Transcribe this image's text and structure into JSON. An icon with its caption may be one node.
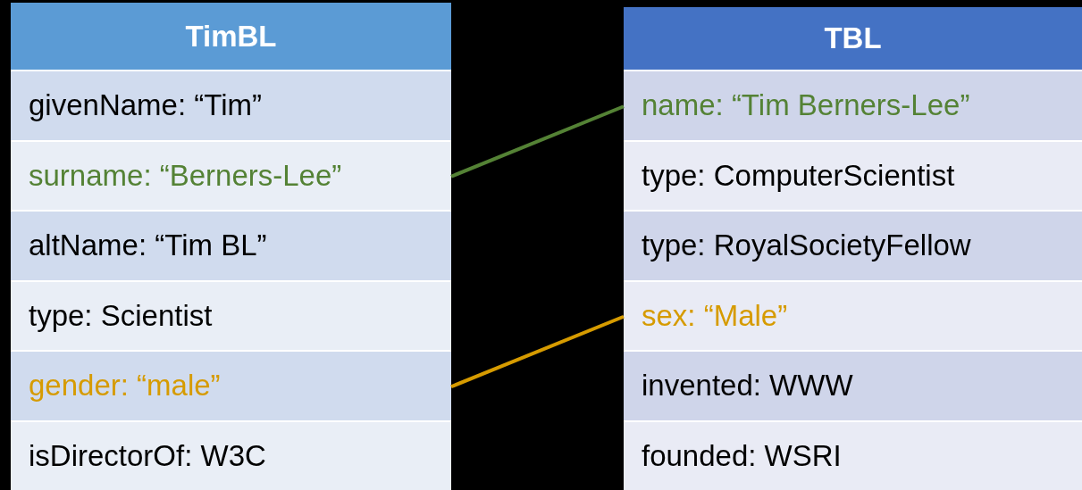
{
  "diagram": {
    "nodes": [
      {
        "text": [
          "TimBL"
        ]
      },
      {
        "text": [
          "givenName: “Tim”"
        ],
        "in": 0
      },
      {
        "text": [
          "surname: “Berners-Lee”"
        ],
        "in": 0
      },
      {
        "text": [
          "altName: “Tim BL”"
        ],
        "in": 0
      },
      {
        "text": [
          "type: Scientist"
        ],
        "in": 0
      },
      {
        "text": [
          "gender: “male”"
        ],
        "in": 0
      },
      {
        "text": [
          "isDirectorOf: W3C"
        ],
        "in": 0
      },
      {
        "text": [
          "TBL"
        ]
      },
      {
        "text": [
          "name: “Tim Berners-Lee”"
        ],
        "in": 7
      },
      {
        "text": [
          "type: ComputerScientist"
        ],
        "in": 7
      },
      {
        "text": [
          "type: RoyalSocietyFellow"
        ],
        "in": 7
      },
      {
        "text": [
          "sex: “Male”"
        ],
        "in": 7
      },
      {
        "text": [
          "invented: WWW"
        ],
        "in": 7
      },
      {
        "text": [
          "founded: WSRI"
        ],
        "in": 7
      }
    ],
    "edges": [
      {
        "from": 2,
        "to": 8,
        "arrow": "none",
        "color": "#548235"
      },
      {
        "from": 5,
        "to": 11,
        "arrow": "none",
        "color": "#d69b00"
      }
    ]
  }
}
